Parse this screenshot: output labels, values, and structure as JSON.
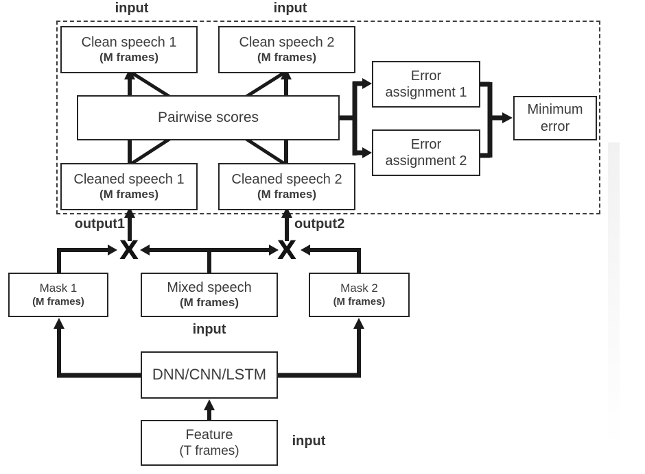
{
  "labels": {
    "input_top_left": "input",
    "input_top_right": "input",
    "output1": "output1",
    "output2": "output2",
    "multiply1": "X",
    "multiply2": "X",
    "input_mixed": "input",
    "input_feature": "input"
  },
  "boxes": {
    "clean_speech_1": {
      "line1": "Clean speech 1",
      "line2": "(M frames)"
    },
    "clean_speech_2": {
      "line1": "Clean speech 2",
      "line2": "(M frames)"
    },
    "pairwise_scores": {
      "line1": "Pairwise scores"
    },
    "cleaned_speech_1": {
      "line1": "Cleaned speech 1",
      "line2": "(M frames)"
    },
    "cleaned_speech_2": {
      "line1": "Cleaned speech 2",
      "line2": "(M frames)"
    },
    "error_assignment_1": {
      "line1": "Error",
      "line2": "assignment 1"
    },
    "error_assignment_2": {
      "line1": "Error",
      "line2": "assignment 2"
    },
    "minimum_error": {
      "line1": "Minimum",
      "line2": "error"
    },
    "mask_1": {
      "line1": "Mask 1",
      "line2": "(M frames)"
    },
    "mixed_speech": {
      "line1": "Mixed speech",
      "line2": "(M frames)"
    },
    "mask_2": {
      "line1": "Mask 2",
      "line2": "(M frames)"
    },
    "network": {
      "line1": "DNN/CNN/LSTM"
    },
    "feature": {
      "line1": "Feature",
      "line2": "(T frames)"
    }
  },
  "colors": {
    "wire": "#1a1a1a",
    "box_border": "#262626",
    "text": "#3b3b3b",
    "background": "#ffffff"
  }
}
